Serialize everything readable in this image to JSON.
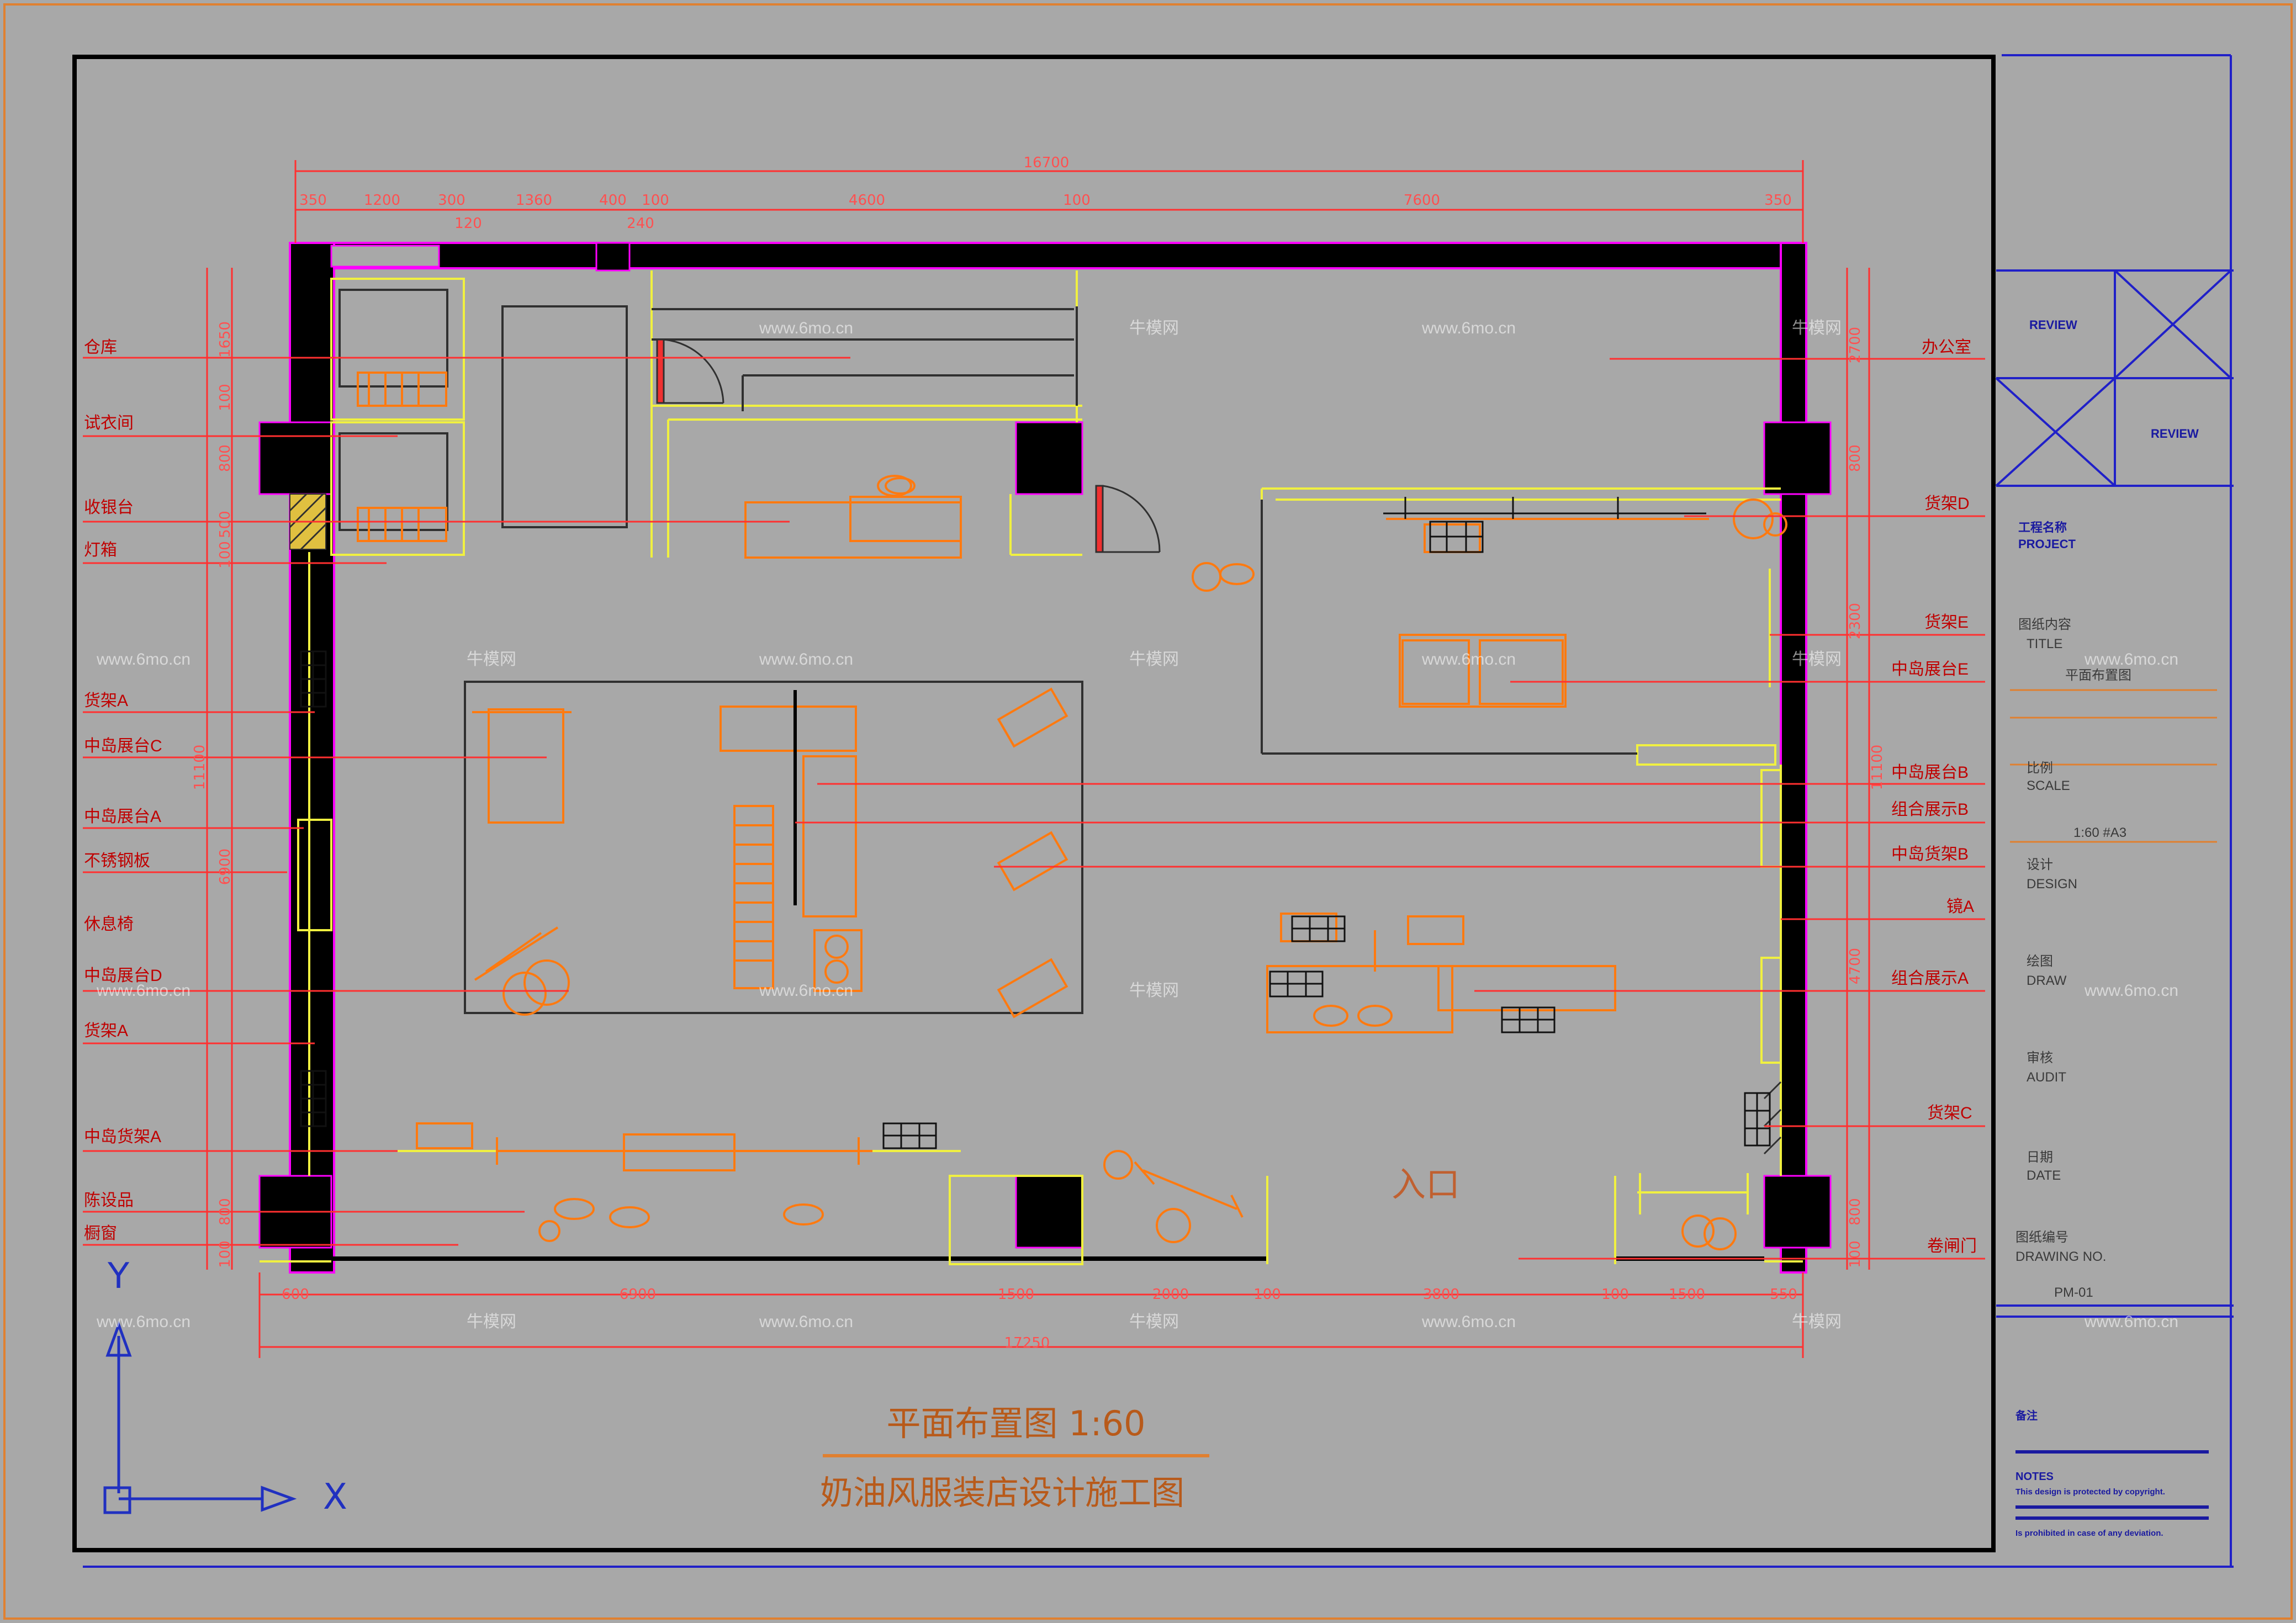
{
  "drawing": {
    "title": "平面布置图 1:60",
    "subtitle": "奶油风服装店设计施工图",
    "entrance_label": "入口",
    "axis_y": "Y",
    "axis_x": "X"
  },
  "dimensions_top": {
    "overall": "16700",
    "segments": [
      "350",
      "1200",
      "300",
      "1360",
      "400",
      "100",
      "4600",
      "100",
      "7600",
      "350"
    ],
    "sub": [
      "120",
      "240"
    ]
  },
  "dimensions_bottom": {
    "overall": "17250",
    "segments": [
      "600",
      "6900",
      "1500",
      "2000",
      "100",
      "3800",
      "100",
      "1500",
      "550"
    ]
  },
  "dimensions_left": {
    "overall": "11100",
    "segments": [
      "1650",
      "100",
      "800",
      "500",
      "100",
      "6900",
      "800",
      "100"
    ]
  },
  "dimensions_right": {
    "overall": "11100",
    "segments": [
      "2700",
      "800",
      "2300",
      "4700",
      "800",
      "100"
    ]
  },
  "labels_left": [
    "仓库",
    "试衣间",
    "收银台",
    "灯箱",
    "货架A",
    "中岛展台C",
    "中岛展台A",
    "不锈钢板",
    "休息椅",
    "中岛展台D",
    "货架A",
    "中岛货架A",
    "陈设品",
    "橱窗"
  ],
  "labels_right": [
    "办公室",
    "货架D",
    "货架E",
    "中岛展台E",
    "中岛展台B",
    "组合展示B",
    "中岛货架B",
    "镜A",
    "组合展示A",
    "货架C",
    "卷闸门"
  ],
  "title_block": {
    "fields": [
      {
        "zh": "工程名称",
        "en": "PROJECT"
      },
      {
        "zh": "图纸内容",
        "en": "TITLE"
      },
      {
        "zh": "比例",
        "en": "SCALE"
      },
      {
        "zh": "设计",
        "en": "DESIGN"
      },
      {
        "zh": "绘图",
        "en": "DRAW"
      },
      {
        "zh": "审核",
        "en": "AUDIT"
      },
      {
        "zh": "日期",
        "en": "DATE"
      },
      {
        "zh": "图纸编号",
        "en": "DRAWING NO."
      }
    ],
    "title_value": "平面布置图",
    "scale_value": "1:60 #A3",
    "drawing_no": "PM-01",
    "notes_zh": "备注",
    "notes_en": "NOTES",
    "notes_line1": "This design is protected by copyright.",
    "notes_line2": "Is prohibited in case of any deviation.",
    "stamp1": "REVIEW",
    "stamp2": "REVIEW"
  },
  "watermark": {
    "site": "www.6mo.cn",
    "brand": "牛模网"
  },
  "colors": {
    "background": "#a8a8a8",
    "wall": "#000000",
    "wall_edge": "#ff00ff",
    "dimension": "#ff3030",
    "furniture": "#ff7a10",
    "fixture": "#f0f040",
    "frame_blue": "#2020c8",
    "border_orange": "#e08030"
  }
}
